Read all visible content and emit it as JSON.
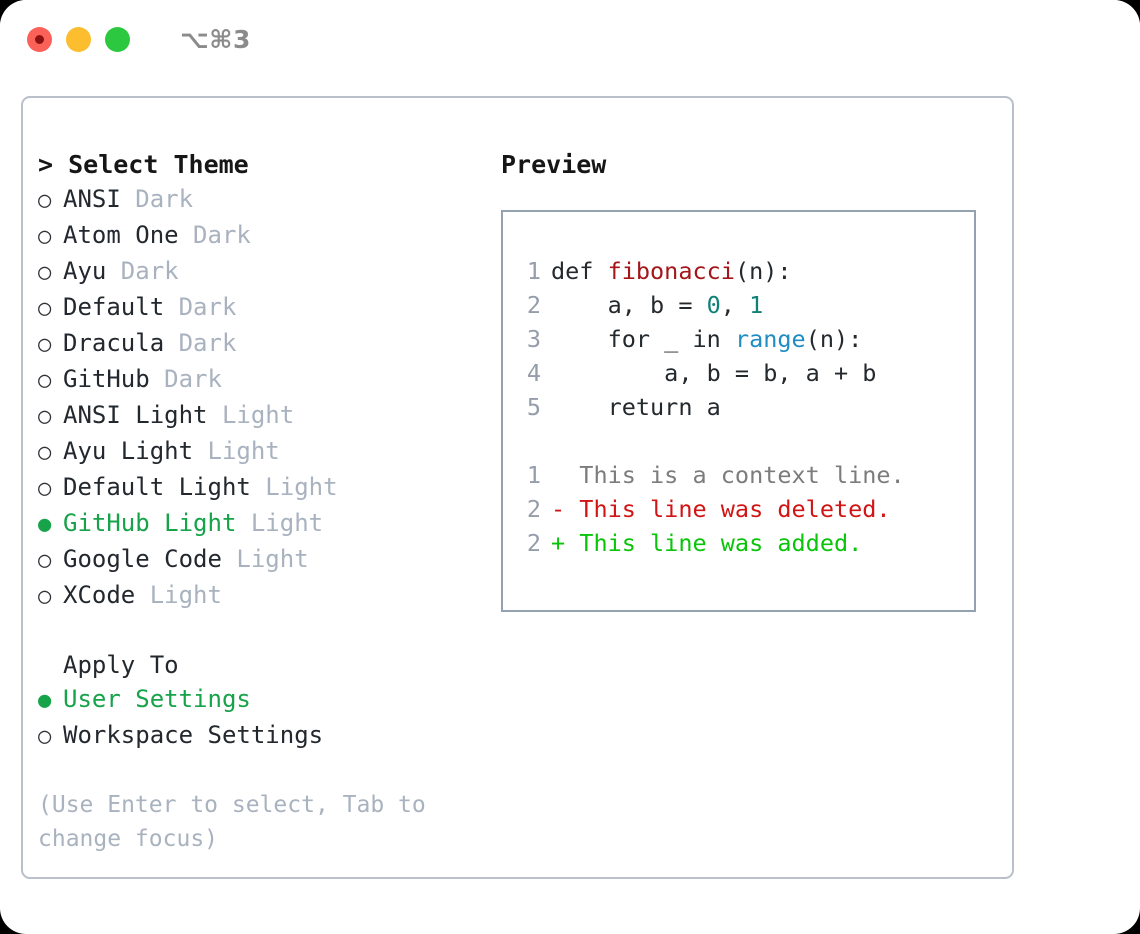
{
  "window": {
    "shortcut_label": "⌥⌘3",
    "traffic_lights": [
      {
        "name": "close",
        "color": "#fb6158"
      },
      {
        "name": "minimize",
        "color": "#fcbd2e"
      },
      {
        "name": "zoom",
        "color": "#2bc840"
      }
    ]
  },
  "theme_list": {
    "heading": "> Select Theme",
    "marker_selected": "●",
    "marker_unselected": "○",
    "accent_color": "#16a34a",
    "items": [
      {
        "label": "ANSI",
        "kind": "Dark",
        "selected": false
      },
      {
        "label": "Atom One",
        "kind": "Dark",
        "selected": false
      },
      {
        "label": "Ayu",
        "kind": "Dark",
        "selected": false
      },
      {
        "label": "Default",
        "kind": "Dark",
        "selected": false
      },
      {
        "label": "Dracula",
        "kind": "Dark",
        "selected": false
      },
      {
        "label": "GitHub",
        "kind": "Dark",
        "selected": false
      },
      {
        "label": "ANSI Light",
        "kind": "Light",
        "selected": false
      },
      {
        "label": "Ayu Light",
        "kind": "Light",
        "selected": false
      },
      {
        "label": "Default Light",
        "kind": "Light",
        "selected": false
      },
      {
        "label": "GitHub Light",
        "kind": "Light",
        "selected": true
      },
      {
        "label": "Google Code",
        "kind": "Light",
        "selected": false
      },
      {
        "label": "XCode",
        "kind": "Light",
        "selected": false
      }
    ]
  },
  "apply_to": {
    "heading": "Apply To",
    "items": [
      {
        "label": "User Settings",
        "selected": true
      },
      {
        "label": "Workspace Settings",
        "selected": false
      }
    ]
  },
  "hint": "(Use Enter to select, Tab to change focus)",
  "preview": {
    "heading": "Preview",
    "code_lines": [
      {
        "no": "1",
        "tokens": [
          {
            "t": "def ",
            "c": "plain"
          },
          {
            "t": "fibonacci",
            "c": "fn"
          },
          {
            "t": "(n):",
            "c": "plain"
          }
        ]
      },
      {
        "no": "2",
        "tokens": [
          {
            "t": "    a, b = ",
            "c": "plain"
          },
          {
            "t": "0",
            "c": "num"
          },
          {
            "t": ", ",
            "c": "plain"
          },
          {
            "t": "1",
            "c": "num"
          }
        ]
      },
      {
        "no": "3",
        "tokens": [
          {
            "t": "    for _ in ",
            "c": "plain"
          },
          {
            "t": "range",
            "c": "call"
          },
          {
            "t": "(n):",
            "c": "plain"
          }
        ]
      },
      {
        "no": "4",
        "tokens": [
          {
            "t": "        a, b = b, a + b",
            "c": "plain"
          }
        ]
      },
      {
        "no": "5",
        "tokens": [
          {
            "t": "    return a",
            "c": "plain"
          }
        ]
      }
    ],
    "diff_lines": [
      {
        "no": "1",
        "marker": "  ",
        "text": "This is a context line.",
        "kind": "ctx"
      },
      {
        "no": "2",
        "marker": "- ",
        "text": "This line was deleted.",
        "kind": "del"
      },
      {
        "no": "2",
        "marker": "+ ",
        "text": "This line was added.",
        "kind": "add"
      }
    ]
  },
  "colors": {
    "accent_green": "#16a34a",
    "diff_add": "#0ac40a",
    "diff_del": "#d11414",
    "diff_ctx": "#7c7c7c",
    "syntax_function": "#a4161a",
    "syntax_call": "#1f8cc4",
    "syntax_number": "#0f8177",
    "line_number": "#959dab",
    "muted_label": "#a9b2bf",
    "panel_border": "#b9c0ca",
    "preview_border": "#93a1b0"
  }
}
